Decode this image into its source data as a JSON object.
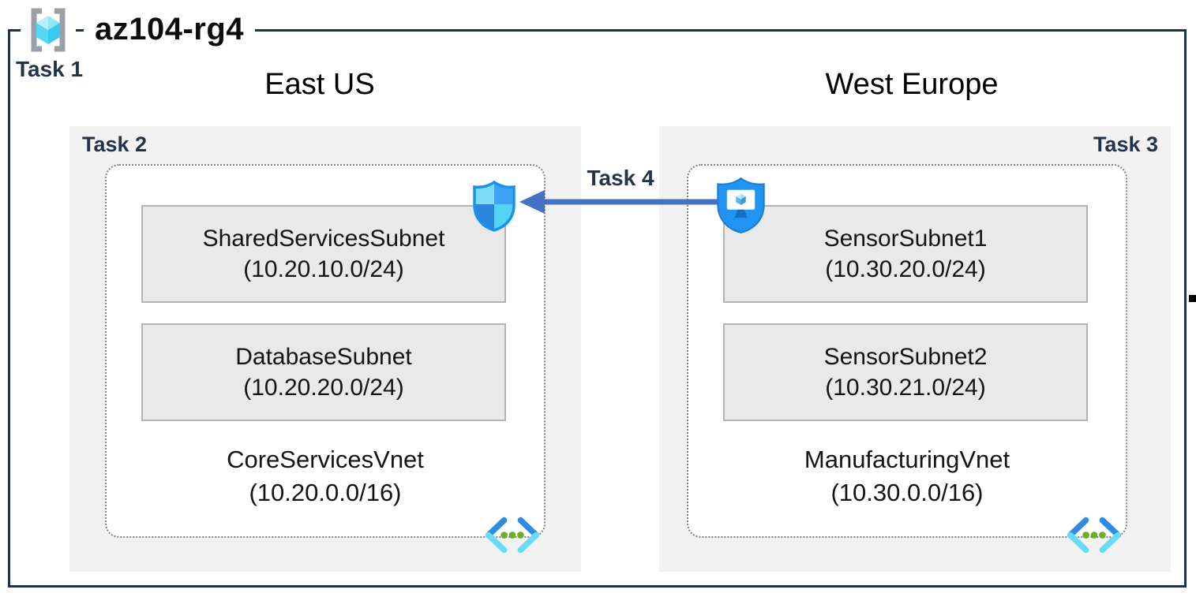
{
  "header": {
    "resource_group": "az104-rg4",
    "task_label": "Task 1"
  },
  "regions": {
    "left": "East US",
    "right": "West Europe"
  },
  "connection": {
    "label": "Task 4",
    "direction": "right-to-left"
  },
  "vnets": [
    {
      "task_label": "Task 2",
      "name": "CoreServicesVnet",
      "cidr": "(10.20.0.0/16)",
      "subnets": [
        {
          "name": "SharedServicesSubnet",
          "cidr": "(10.20.10.0/24)"
        },
        {
          "name": "DatabaseSubnet",
          "cidr": "(10.20.20.0/24)"
        }
      ]
    },
    {
      "task_label": "Task 3",
      "name": "ManufacturingVnet",
      "cidr": "(10.30.0.0/16)",
      "subnets": [
        {
          "name": "SensorSubnet1",
          "cidr": "(10.30.20.0/24)"
        },
        {
          "name": "SensorSubnet2",
          "cidr": "(10.30.21.0/24)"
        }
      ]
    }
  ],
  "icons": {
    "resource_group": "resource-group-icon",
    "nsg": "network-security-group-shield-icon",
    "asg": "application-security-group-shield-icon",
    "vnet": "virtual-network-icon"
  },
  "colors": {
    "outer_border_navy": "#1e3050",
    "task_label_text": "#233348",
    "task_box_bg": "#f2f2f2",
    "subnet_box_bg": "#e9e9e9",
    "subnet_box_border": "#b3b3b3",
    "vnet_dotted_border": "#7f7f7f",
    "arrow_blue": "#4472c4",
    "azure_blue": "#2193f0",
    "cyan_light": "#68dbf8",
    "green_dot": "#6fae2d"
  }
}
